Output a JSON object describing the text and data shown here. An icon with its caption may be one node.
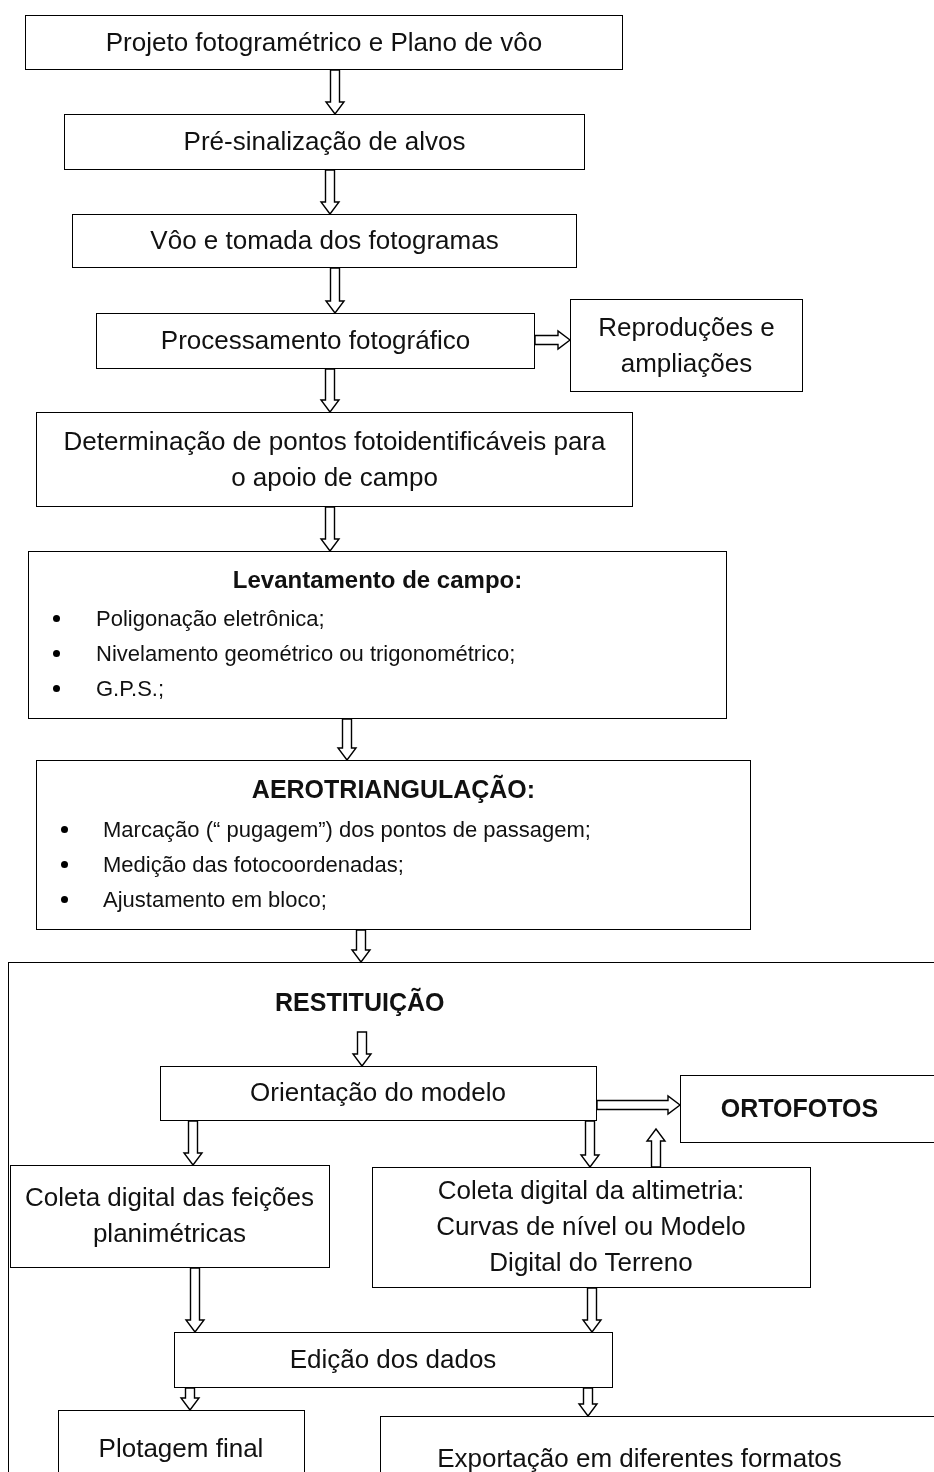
{
  "diagram": {
    "nodes": [
      {
        "text": [
          "Projeto fotogramétrico e Plano de vôo"
        ]
      },
      {
        "text": [
          "Pré-sinalização de alvos"
        ]
      },
      {
        "text": [
          "Vôo e tomada dos fotogramas"
        ]
      },
      {
        "text": [
          "Processamento fotográfico"
        ]
      },
      {
        "text": [
          "Reproduções e ampliações"
        ]
      },
      {
        "text": [
          "Determinação de pontos fotoidentificáveis para o apoio de campo"
        ]
      },
      {
        "text": [
          "Levantamento de campo:",
          "Poligonação eletrônica;",
          "Nivelamento geométrico ou trigonométrico;",
          "G.P.S.;"
        ]
      },
      {
        "text": [
          "AEROTRIANGULAÇÃO:",
          "Marcação (“ pugagem”) dos pontos de passagem;",
          "Medição das fotocoordenadas;",
          "Ajustamento em bloco;"
        ]
      },
      {
        "text": [
          "RESTITUIÇÃO"
        ]
      },
      {
        "text": [
          "Orientação do modelo"
        ],
        "in": 8
      },
      {
        "text": [
          "ORTOFOTOS"
        ],
        "in": 8
      },
      {
        "text": [
          "Coleta digital das feições planimétricas"
        ],
        "in": 8
      },
      {
        "text": [
          "Coleta digital da altimetria: Curvas de nível ou Modelo Digital do Terreno"
        ],
        "in": 8
      },
      {
        "text": [
          "Edição dos dados"
        ],
        "in": 8
      },
      {
        "text": [
          "Plotagem final"
        ],
        "in": 8
      },
      {
        "text": [
          "Exportação em diferentes formatos"
        ],
        "in": 8
      }
    ],
    "edges": [
      {
        "from": 0,
        "to": 1,
        "arrow": "to"
      },
      {
        "from": 1,
        "to": 2,
        "arrow": "to"
      },
      {
        "from": 2,
        "to": 3,
        "arrow": "to"
      },
      {
        "from": 3,
        "to": 4,
        "arrow": "to"
      },
      {
        "from": 3,
        "to": 5,
        "arrow": "to"
      },
      {
        "from": 5,
        "to": 6,
        "arrow": "to"
      },
      {
        "from": 6,
        "to": 7,
        "arrow": "to"
      },
      {
        "from": 7,
        "to": 8,
        "arrow": "to"
      },
      {
        "from": 8,
        "to": 9,
        "arrow": "to"
      },
      {
        "from": 9,
        "to": 10,
        "arrow": "to"
      },
      {
        "from": 12,
        "to": 10,
        "arrow": "to"
      },
      {
        "from": 9,
        "to": 11,
        "arrow": "to"
      },
      {
        "from": 9,
        "to": 12,
        "arrow": "to"
      },
      {
        "from": 11,
        "to": 13,
        "arrow": "to"
      },
      {
        "from": 12,
        "to": 13,
        "arrow": "to"
      },
      {
        "from": 13,
        "to": 14,
        "arrow": "to"
      },
      {
        "from": 13,
        "to": 15,
        "arrow": "to"
      }
    ]
  }
}
